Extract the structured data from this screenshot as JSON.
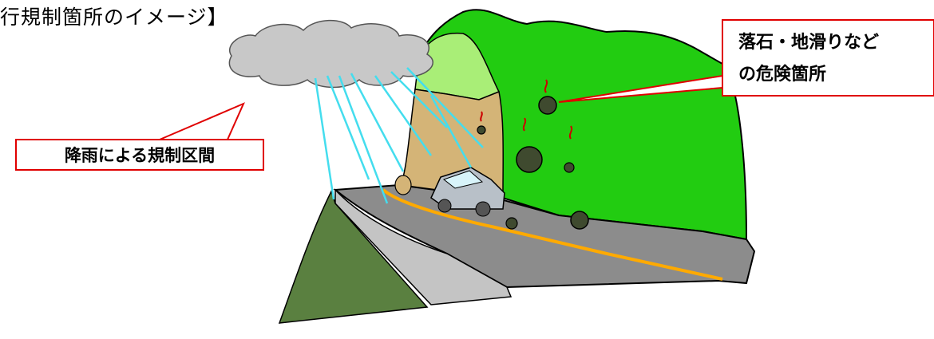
{
  "title": "行規制箇所のイメージ】",
  "callouts": {
    "rain": "降雨による規制区間",
    "danger_line1": "落石・地滑りなど",
    "danger_line2": "の危険箇所"
  },
  "colors": {
    "callout_border": "#e00000",
    "cliff_green": "#22cc11",
    "cliff_light": "#a9ee77",
    "rock_face": "#d4b477",
    "road": "#8c8c8c",
    "center_line": "#ffaa00",
    "rain": "#44ddee",
    "cloud": "#c8c8c8",
    "embankment": "#5a8040"
  }
}
